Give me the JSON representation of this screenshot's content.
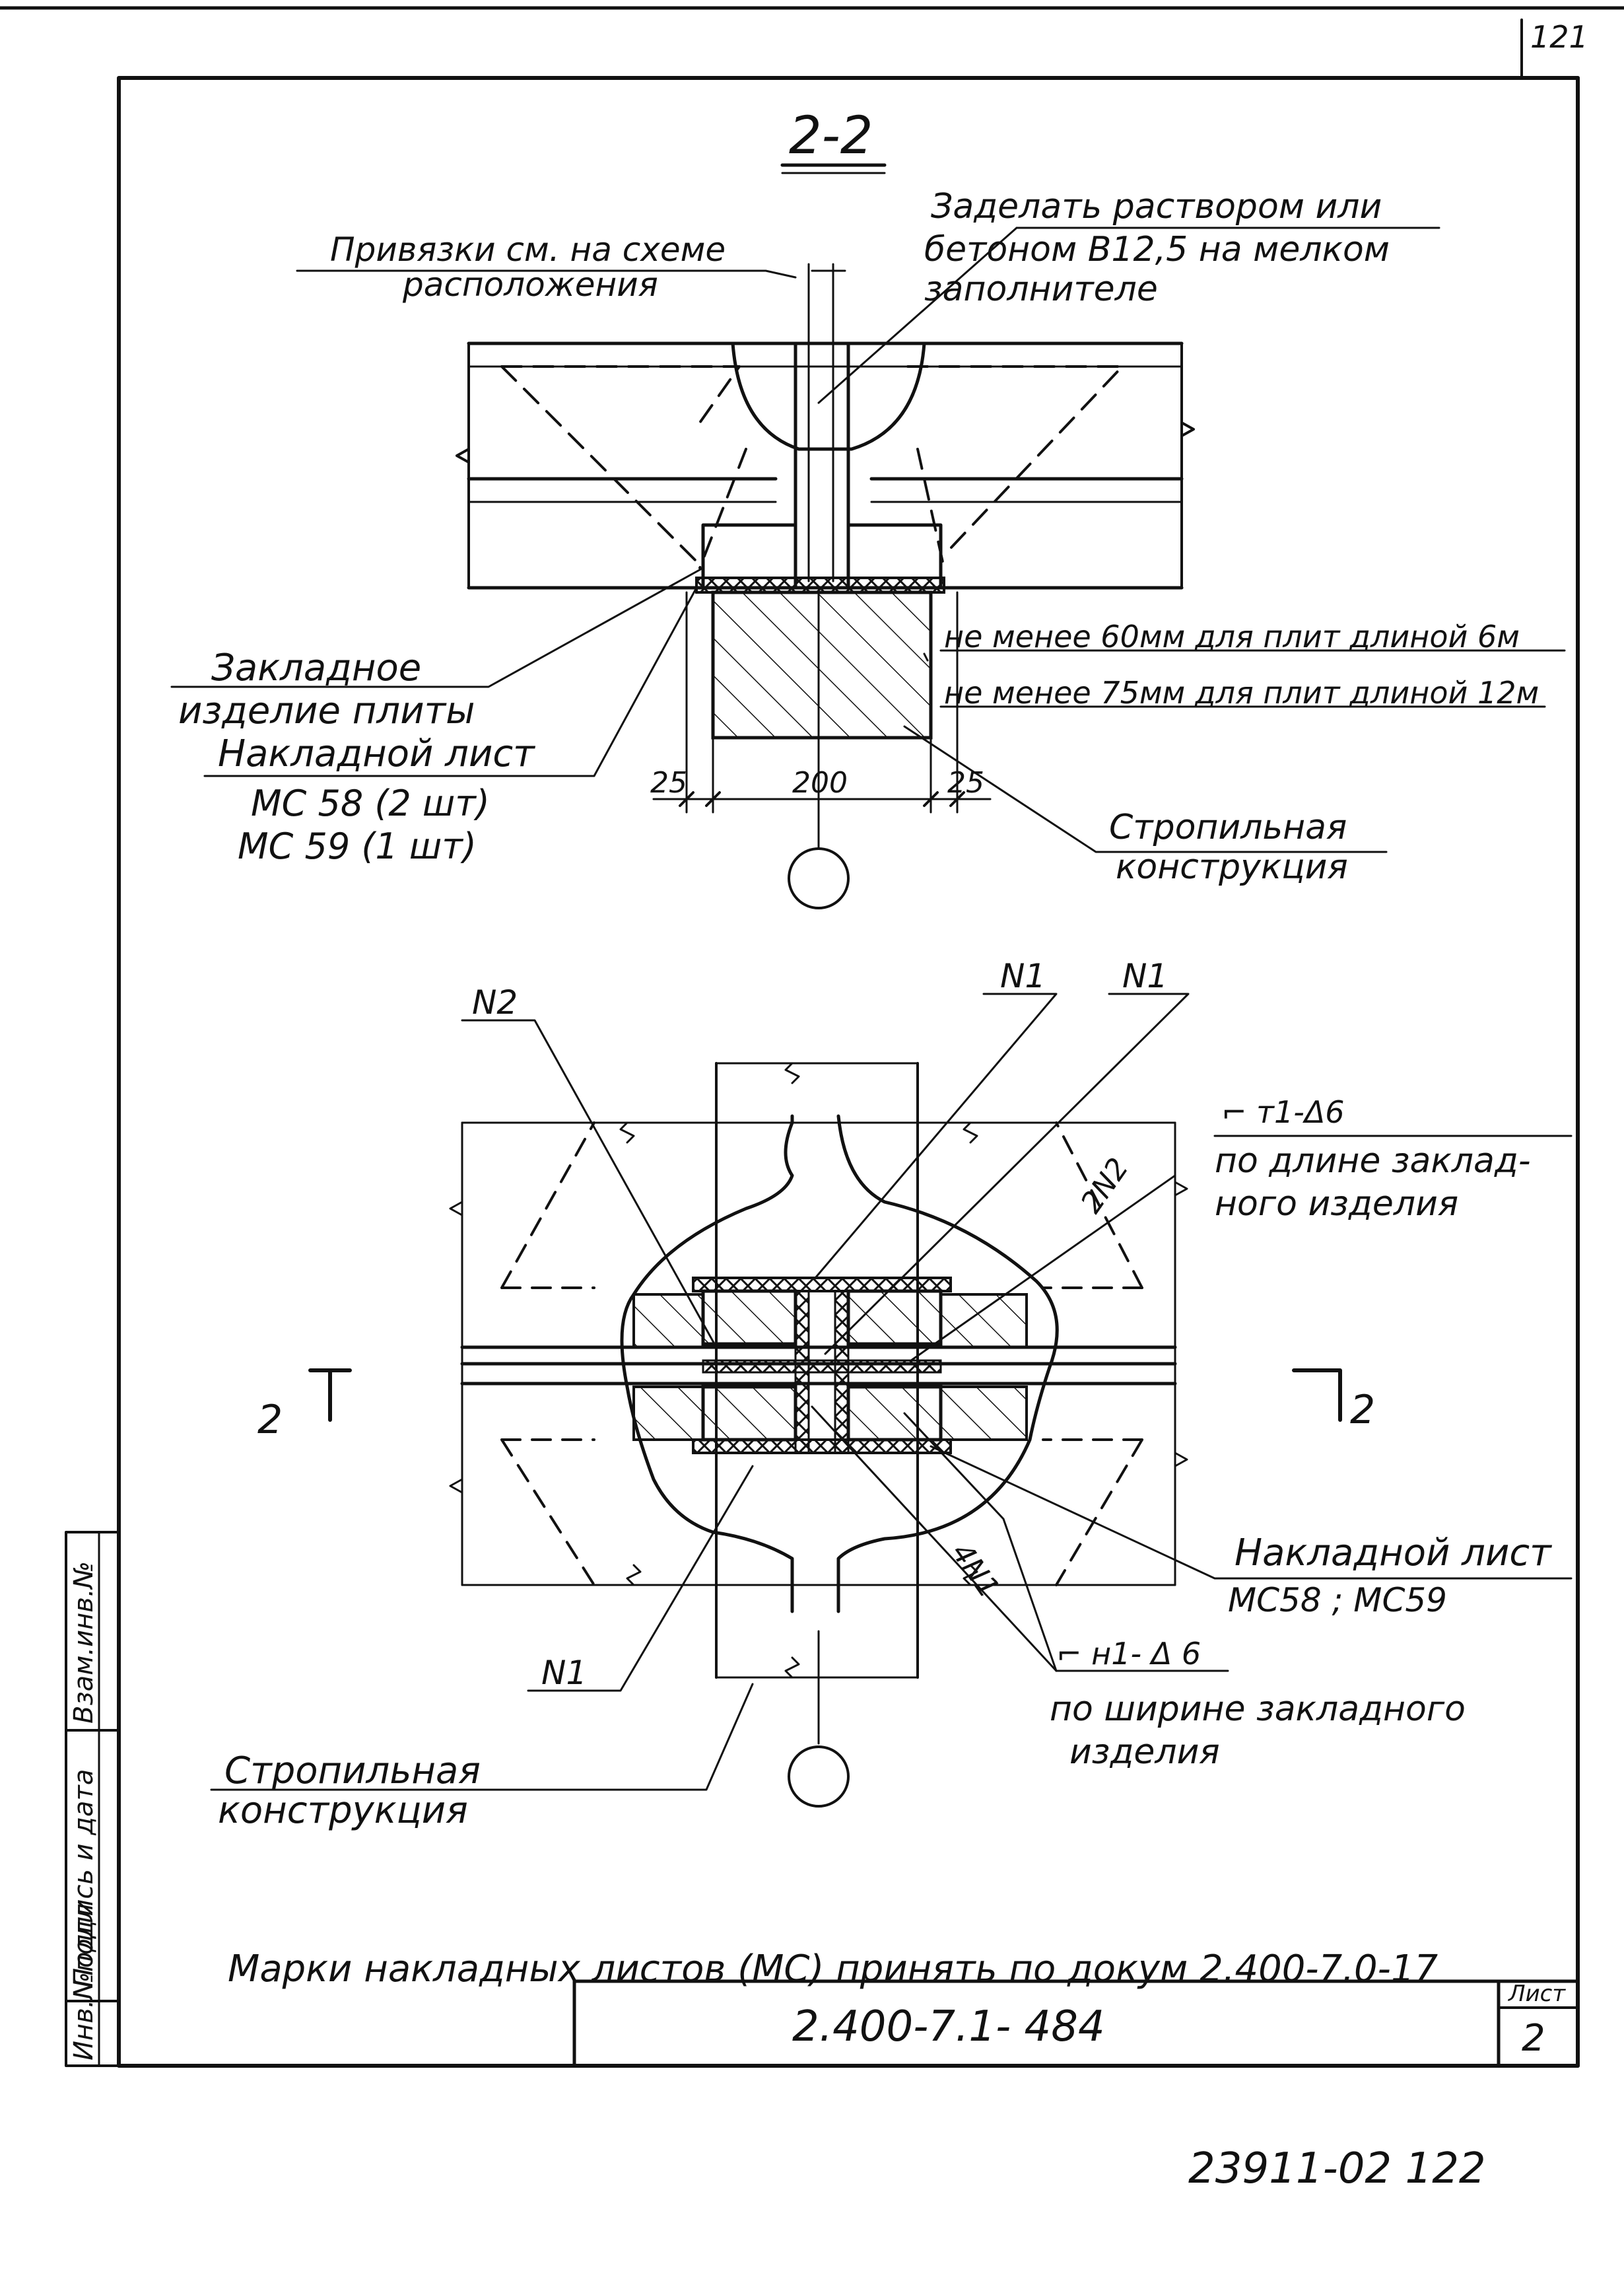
{
  "page_number_top": "121",
  "section_title": "2-2",
  "notes": {
    "seal_note_1": "Заделать раствором или",
    "seal_note_2": "бетоном В12,5 на мелком",
    "seal_note_3": "заполнителе",
    "binding_note_1": "Привязки см. на схеме",
    "binding_note_2": "расположения",
    "embedded_1": "Закладное",
    "embedded_2": "изделие плиты",
    "overlay_sheet": "Накладной лист",
    "mc58_2": "МС 58 (2 шт)",
    "mc59_1": "МС 59 (1 шт)",
    "min60": "не менее 60мм для плит длиной 6м",
    "min75": "не менее 75мм для плит длиной 12м",
    "rafter_1": "Стропильная",
    "rafter_2": "конструкция"
  },
  "dimensions": {
    "d1": "25",
    "d2": "200",
    "d3": "25"
  },
  "plan": {
    "n2": "N2",
    "n1_a": "N1",
    "n1_b": "N1",
    "n1_c": "N1",
    "weld_t1": "⌐ т1-Δ6",
    "weld_t1_note_1": "по длине заклад-",
    "weld_t1_note_2": "ного изделия",
    "weld_2n2": "2N2",
    "cut_left": "2",
    "cut_right": "2",
    "overlay_sheet": "Накладной лист",
    "overlay_marks": "МС58 ; МС59",
    "weld_4n1": "4N1",
    "weld_h1": "⌐ н1- Δ 6",
    "weld_h1_note_1": "по ширине закладного",
    "weld_h1_note_2": "изделия",
    "rafter_1": "Стропильная",
    "rafter_2": "конструкция"
  },
  "bottom_note": "Марки  накладных листов (МС) принять по докум 2.400-7.0-17",
  "title_block": {
    "doc_code": "2.400-7.1- 484",
    "sheet_label": "Лист",
    "sheet_number": "2"
  },
  "side_stamps": {
    "inv_orig": "Инв.№подл",
    "sign_date": "Подпись и дата",
    "replace_inv": "Взам.инв.№"
  },
  "archive_number": "23911-02  122"
}
